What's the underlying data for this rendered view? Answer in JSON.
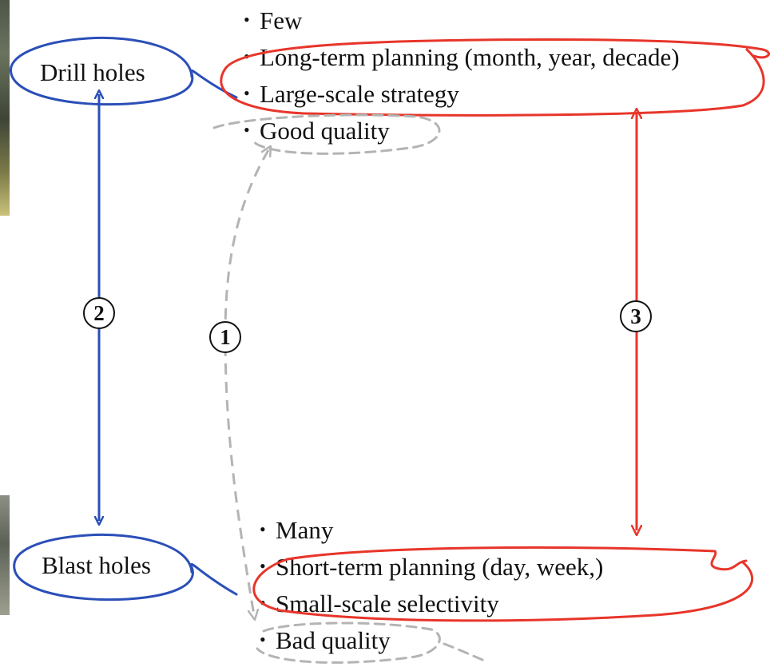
{
  "nodes": {
    "drill_holes": "Drill holes",
    "blast_holes": "Blast holes"
  },
  "drill_attributes": [
    "Few",
    "Long-term planning (month, year, decade)",
    "Large-scale strategy",
    "Good quality"
  ],
  "blast_attributes": [
    "Many",
    "Short-term planning (day, week,)",
    "Small-scale selectivity",
    "Bad quality"
  ],
  "steps": {
    "step_1": "1",
    "step_2": "2",
    "step_3": "3"
  },
  "colors": {
    "blue_annotation": "#2b4fb8",
    "red_annotation": "#e8352a",
    "gray_dashed": "#b4b4b4",
    "text": "#111111"
  }
}
